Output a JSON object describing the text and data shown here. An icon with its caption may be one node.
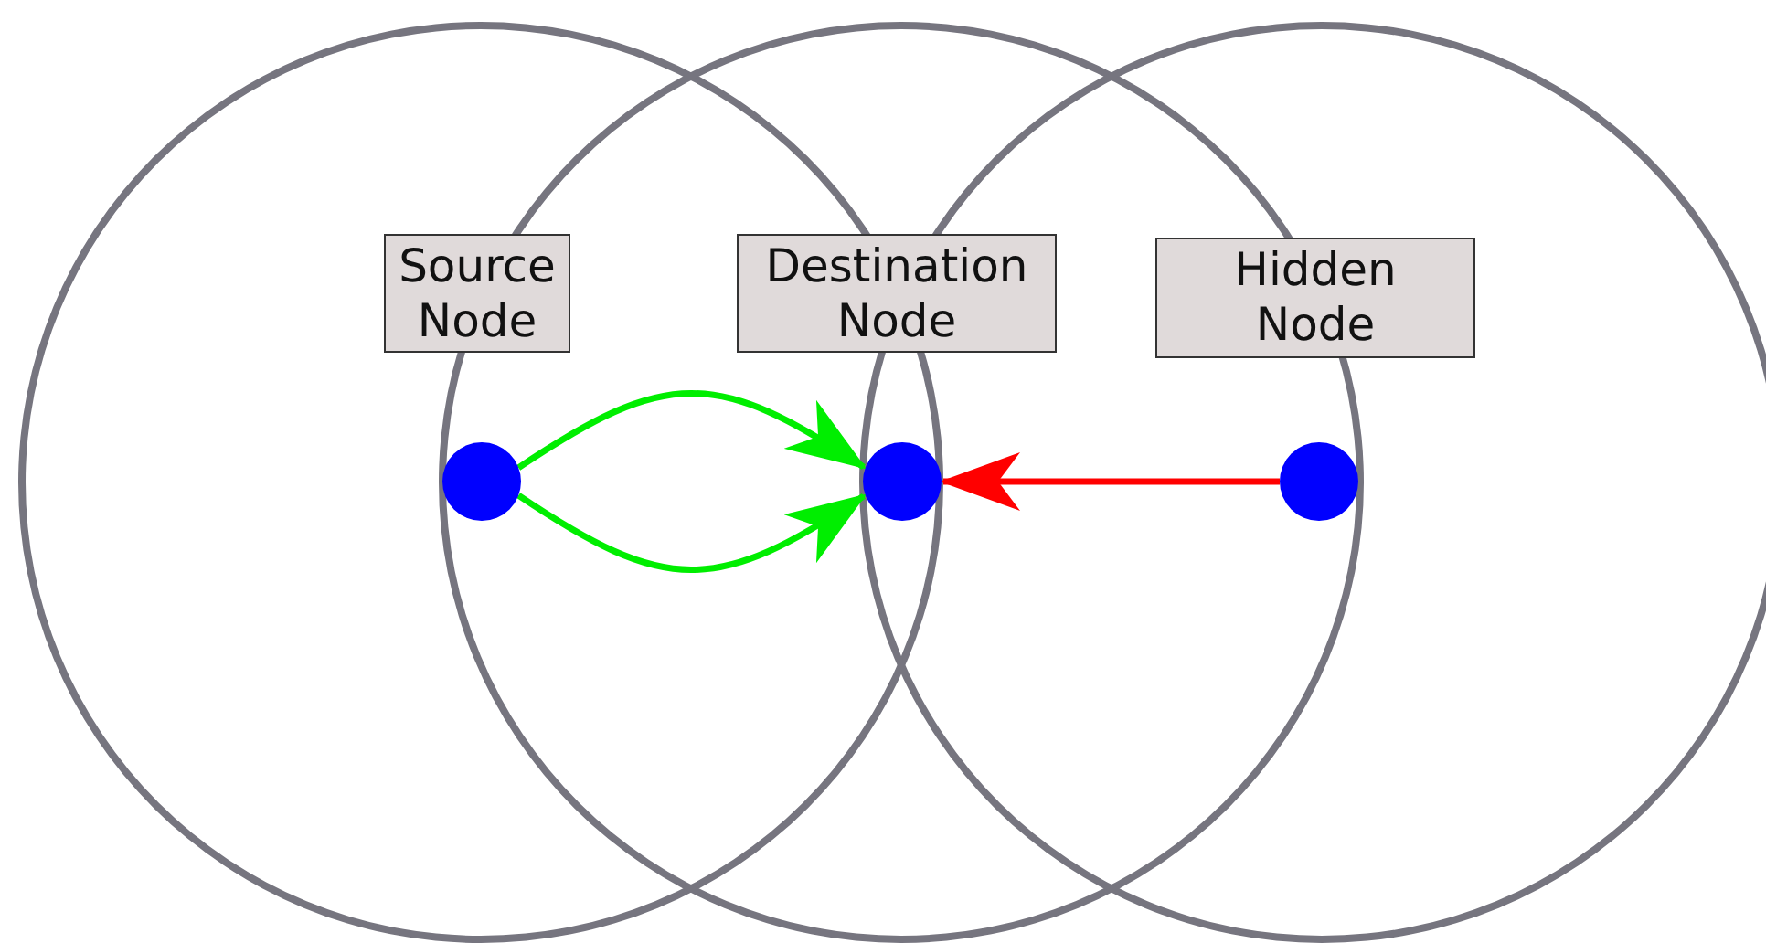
{
  "diagram": {
    "nodes": [
      {
        "text": [
          "Source Node"
        ]
      },
      {
        "text": [
          "Destination Node"
        ]
      },
      {
        "text": [
          "Hidden Node"
        ]
      },
      {
        "text": [],
        "shape": "circle"
      },
      {
        "text": [],
        "shape": "circle"
      },
      {
        "text": [],
        "shape": "circle"
      }
    ],
    "edges": [
      {
        "from": 3,
        "to": 4,
        "arrow": "to"
      },
      {
        "from": 3,
        "to": 4,
        "arrow": "to"
      },
      {
        "from": 5,
        "to": 4,
        "arrow": "to",
        "color": "#ff0000"
      }
    ]
  }
}
